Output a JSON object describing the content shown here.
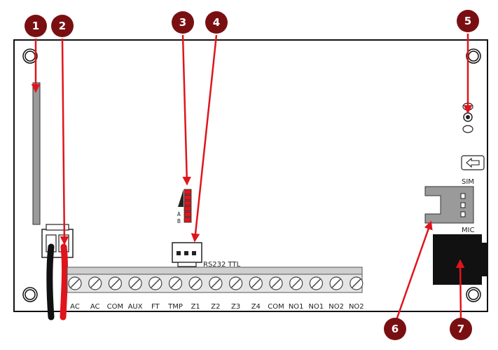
{
  "colors": {
    "marker": "#7a0f12",
    "arrow": "#e0141c",
    "board_stroke": "#111111",
    "terminal_block": "#d9d9d9"
  },
  "markers": [
    "1",
    "2",
    "3",
    "4",
    "5",
    "6",
    "7"
  ],
  "terminals": [
    "AC",
    "AC",
    "COM",
    "AUX",
    "FT",
    "TMP",
    "Z1",
    "Z2",
    "Z3",
    "Z4",
    "COM",
    "NO1",
    "NO1",
    "NO2",
    "NO2"
  ],
  "connector_label": "RS232 TTL",
  "led_labels": [
    "A",
    "B"
  ],
  "sim_label": "SIM",
  "mic_label": "MIC"
}
